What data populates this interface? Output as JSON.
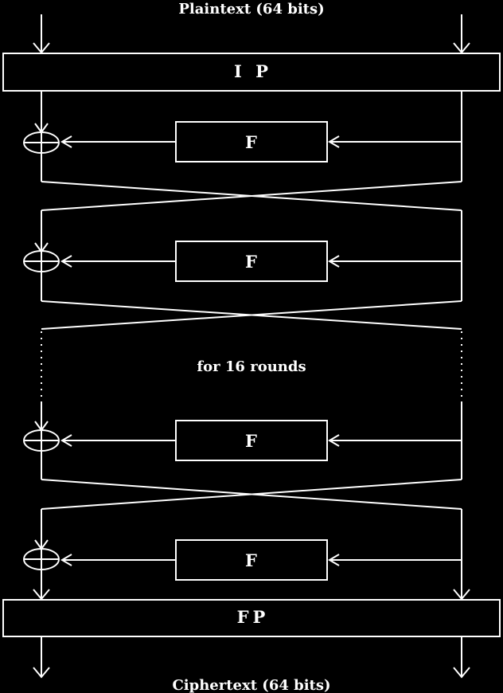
{
  "labels": {
    "input": "Plaintext (64 bits)",
    "initial_permutation": "I P",
    "round_function": "F",
    "repeat_note": "for 16 rounds",
    "final_permutation": "FP",
    "output": "Ciphertext (64 bits)"
  },
  "colors": {
    "background": "#000000",
    "foreground": "#ffffff"
  },
  "icons": {
    "xor": "xor-circle-plus-icon",
    "arrow": "arrowhead-icon"
  }
}
